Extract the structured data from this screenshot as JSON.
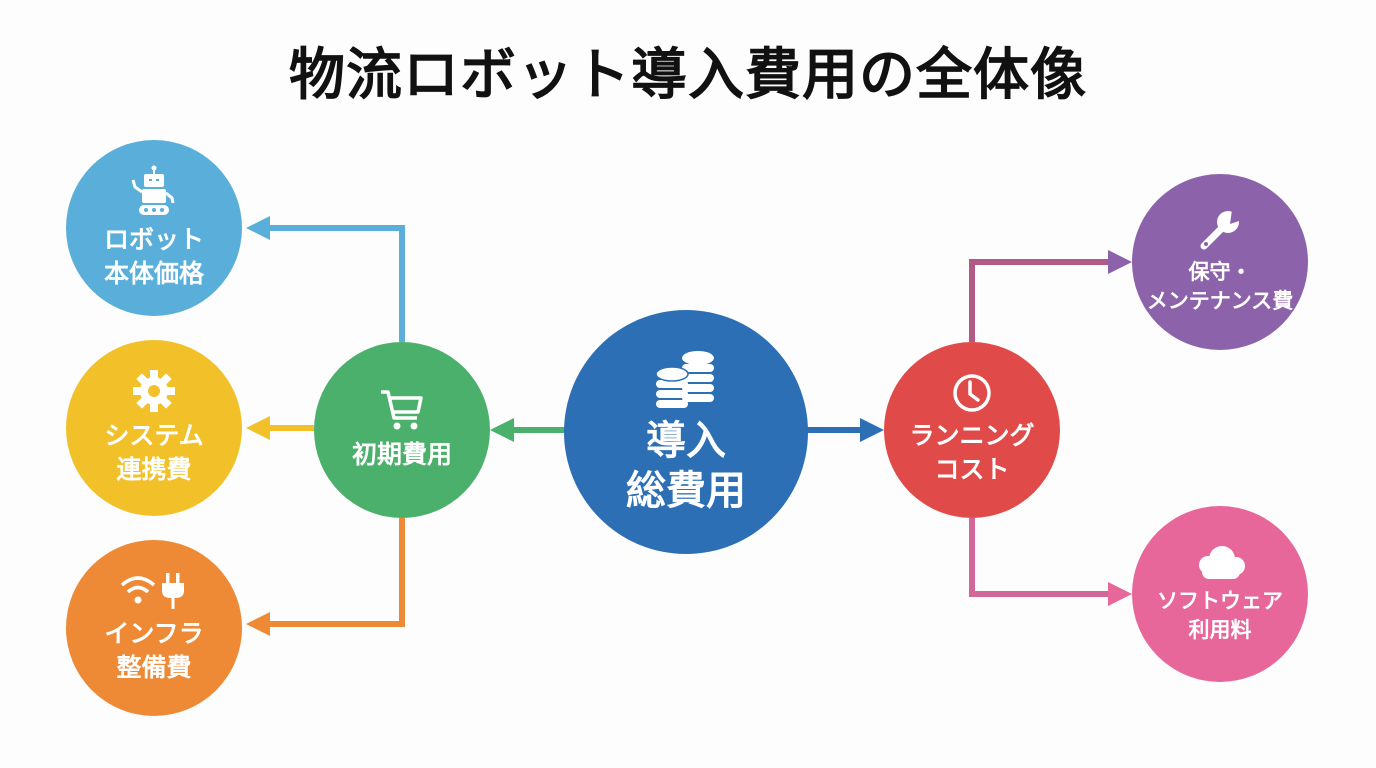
{
  "title": "物流ロボット導入費用の全体像",
  "colors": {
    "robot": "#5aafda",
    "system": "#f2c12a",
    "infra": "#ee8a35",
    "initial": "#4bb06c",
    "total": "#2c6fb4",
    "running": "#e04a48",
    "maintenance": "#8c62aa",
    "software": "#e7679a"
  },
  "center": {
    "line1": "導入",
    "line2": "総費用",
    "icon": "coins-icon"
  },
  "initial_cost": {
    "label": "初期費用",
    "icon": "shopping-cart-icon",
    "children": [
      {
        "line1": "ロボット",
        "line2": "本体価格",
        "icon": "robot-icon"
      },
      {
        "line1": "システム",
        "line2": "連携費",
        "icon": "gear-icon"
      },
      {
        "line1": "インフラ",
        "line2": "整備費",
        "icon": "wifi-plug-icon"
      }
    ]
  },
  "running_cost": {
    "line1": "ランニング",
    "line2": "コスト",
    "icon": "clock-icon",
    "children": [
      {
        "line1": "保守・",
        "line2": "メンテナンス費",
        "icon": "wrench-icon"
      },
      {
        "line1": "ソフトウェア",
        "line2": "利用料",
        "icon": "cloud-icon"
      }
    ]
  }
}
